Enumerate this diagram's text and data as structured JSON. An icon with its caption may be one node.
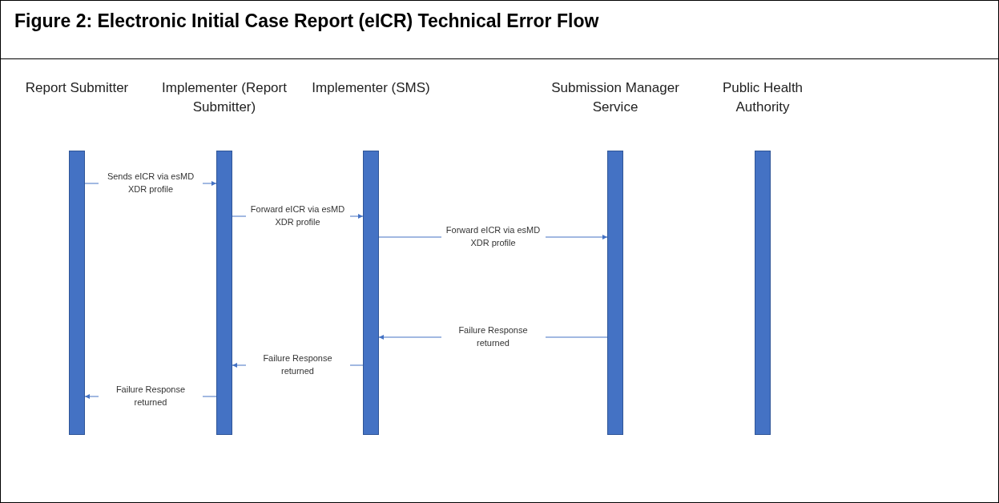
{
  "diagram": {
    "title": "Figure 2:  Electronic Initial Case Report (eICR) Technical Error Flow",
    "nodes": [
      {
        "text": [
          "Report Submitter"
        ]
      },
      {
        "text": [
          "Implementer (Report Submitter)"
        ]
      },
      {
        "text": [
          "Implementer (SMS)"
        ]
      },
      {
        "text": [
          "Submission Manager Service"
        ]
      },
      {
        "text": [
          "Public Health Authority"
        ]
      }
    ],
    "edges": [
      {
        "from": 0,
        "to": 1,
        "arrow": "to",
        "label": "Sends eICR via esMD XDR profile"
      },
      {
        "from": 1,
        "to": 2,
        "arrow": "to",
        "label": "Forward eICR via esMD XDR profile"
      },
      {
        "from": 2,
        "to": 3,
        "arrow": "to",
        "label": "Forward eICR via esMD XDR profile"
      },
      {
        "from": 3,
        "to": 2,
        "arrow": "to",
        "label": "Failure Response returned"
      },
      {
        "from": 2,
        "to": 1,
        "arrow": "to",
        "label": "Failure Response returned"
      },
      {
        "from": 1,
        "to": 0,
        "arrow": "to",
        "label": "Failure Response returned"
      }
    ]
  }
}
